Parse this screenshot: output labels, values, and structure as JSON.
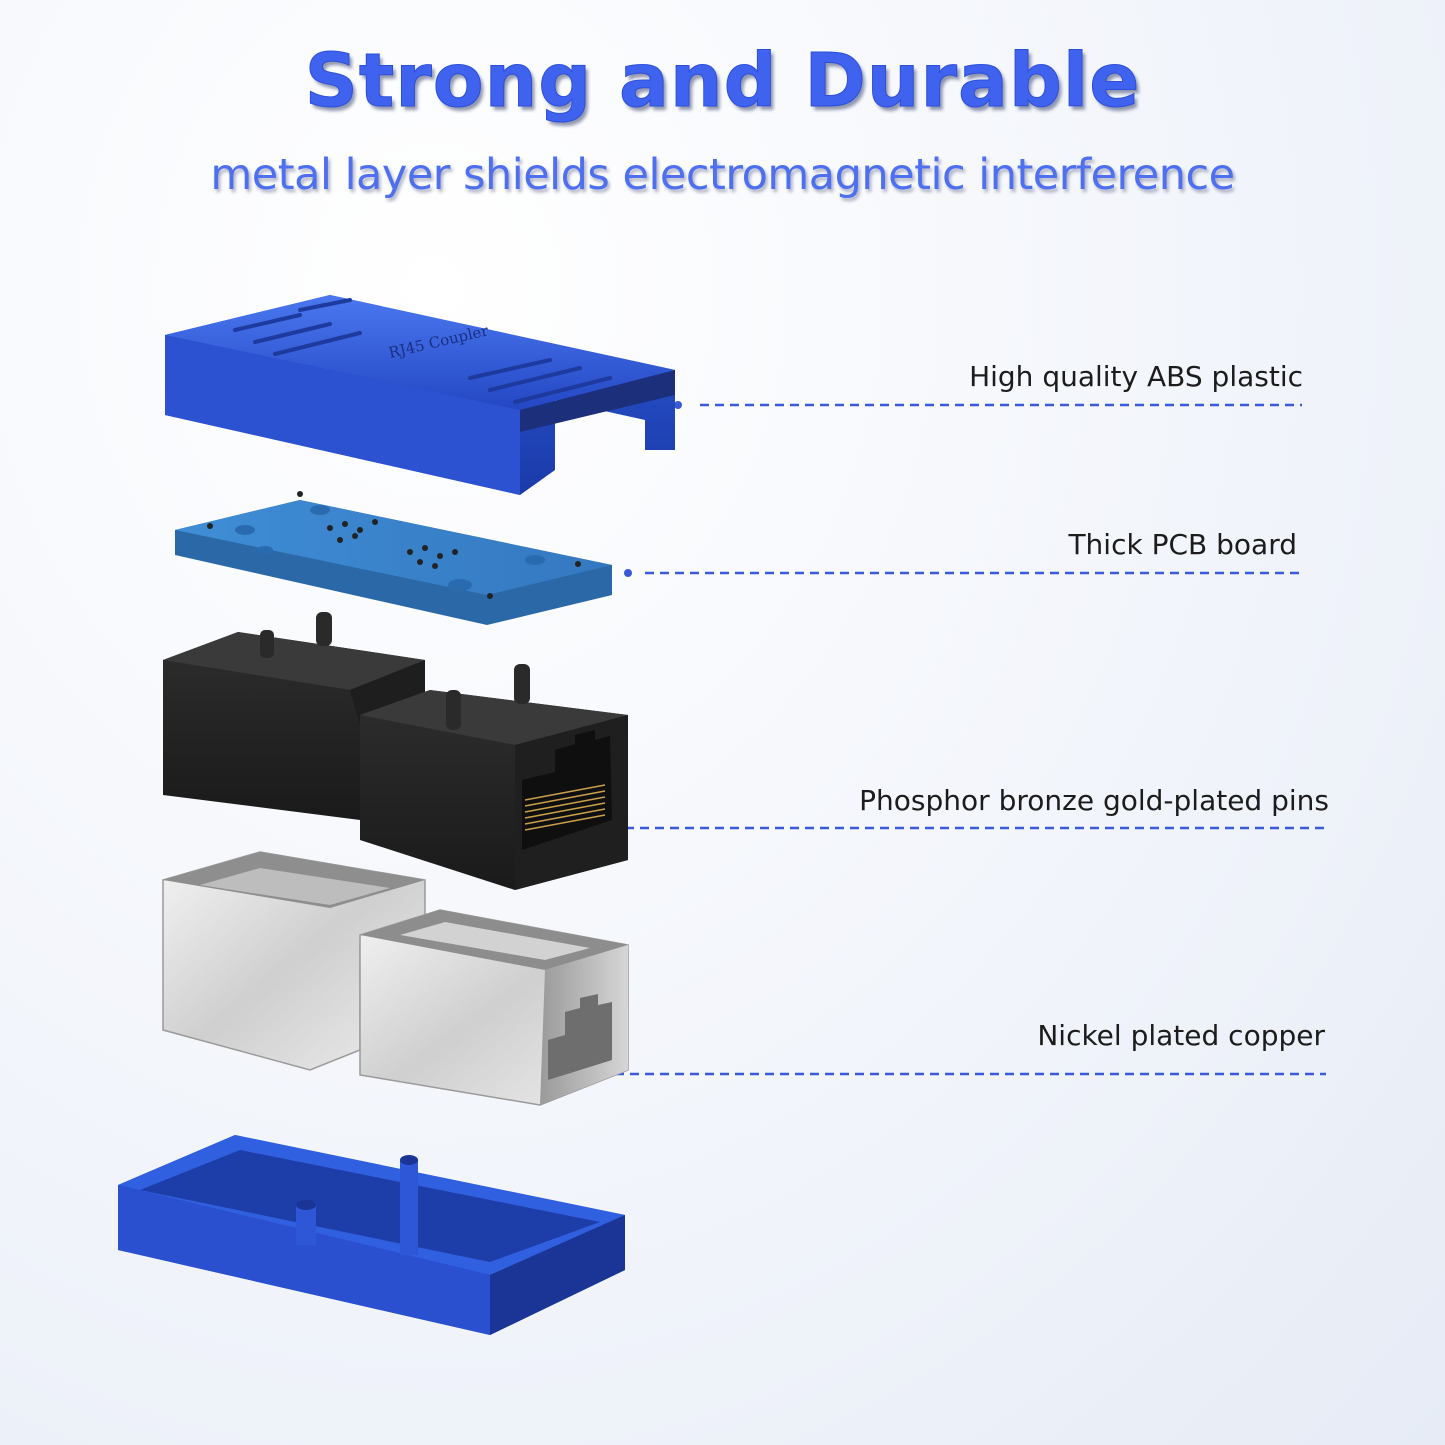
{
  "heading": {
    "title": "Strong and Durable",
    "subtitle": "metal layer shields electromagnetic interference"
  },
  "callouts": [
    {
      "text": "High quality ABS plastic"
    },
    {
      "text": "Thick PCB board"
    },
    {
      "text": "Phosphor bronze gold-plated pins"
    },
    {
      "text": "Nickel plated copper"
    }
  ],
  "product_text": {
    "cover_engraving": "RJ45 Coupler"
  },
  "colors": {
    "headline": "#3f63ee",
    "housing_blue": "#2f59d8",
    "pcb_blue": "#3b86d0",
    "jack_black": "#2a2a2a",
    "shield_silver": "#d9d9d9",
    "leader_line": "#3a5ad8"
  }
}
